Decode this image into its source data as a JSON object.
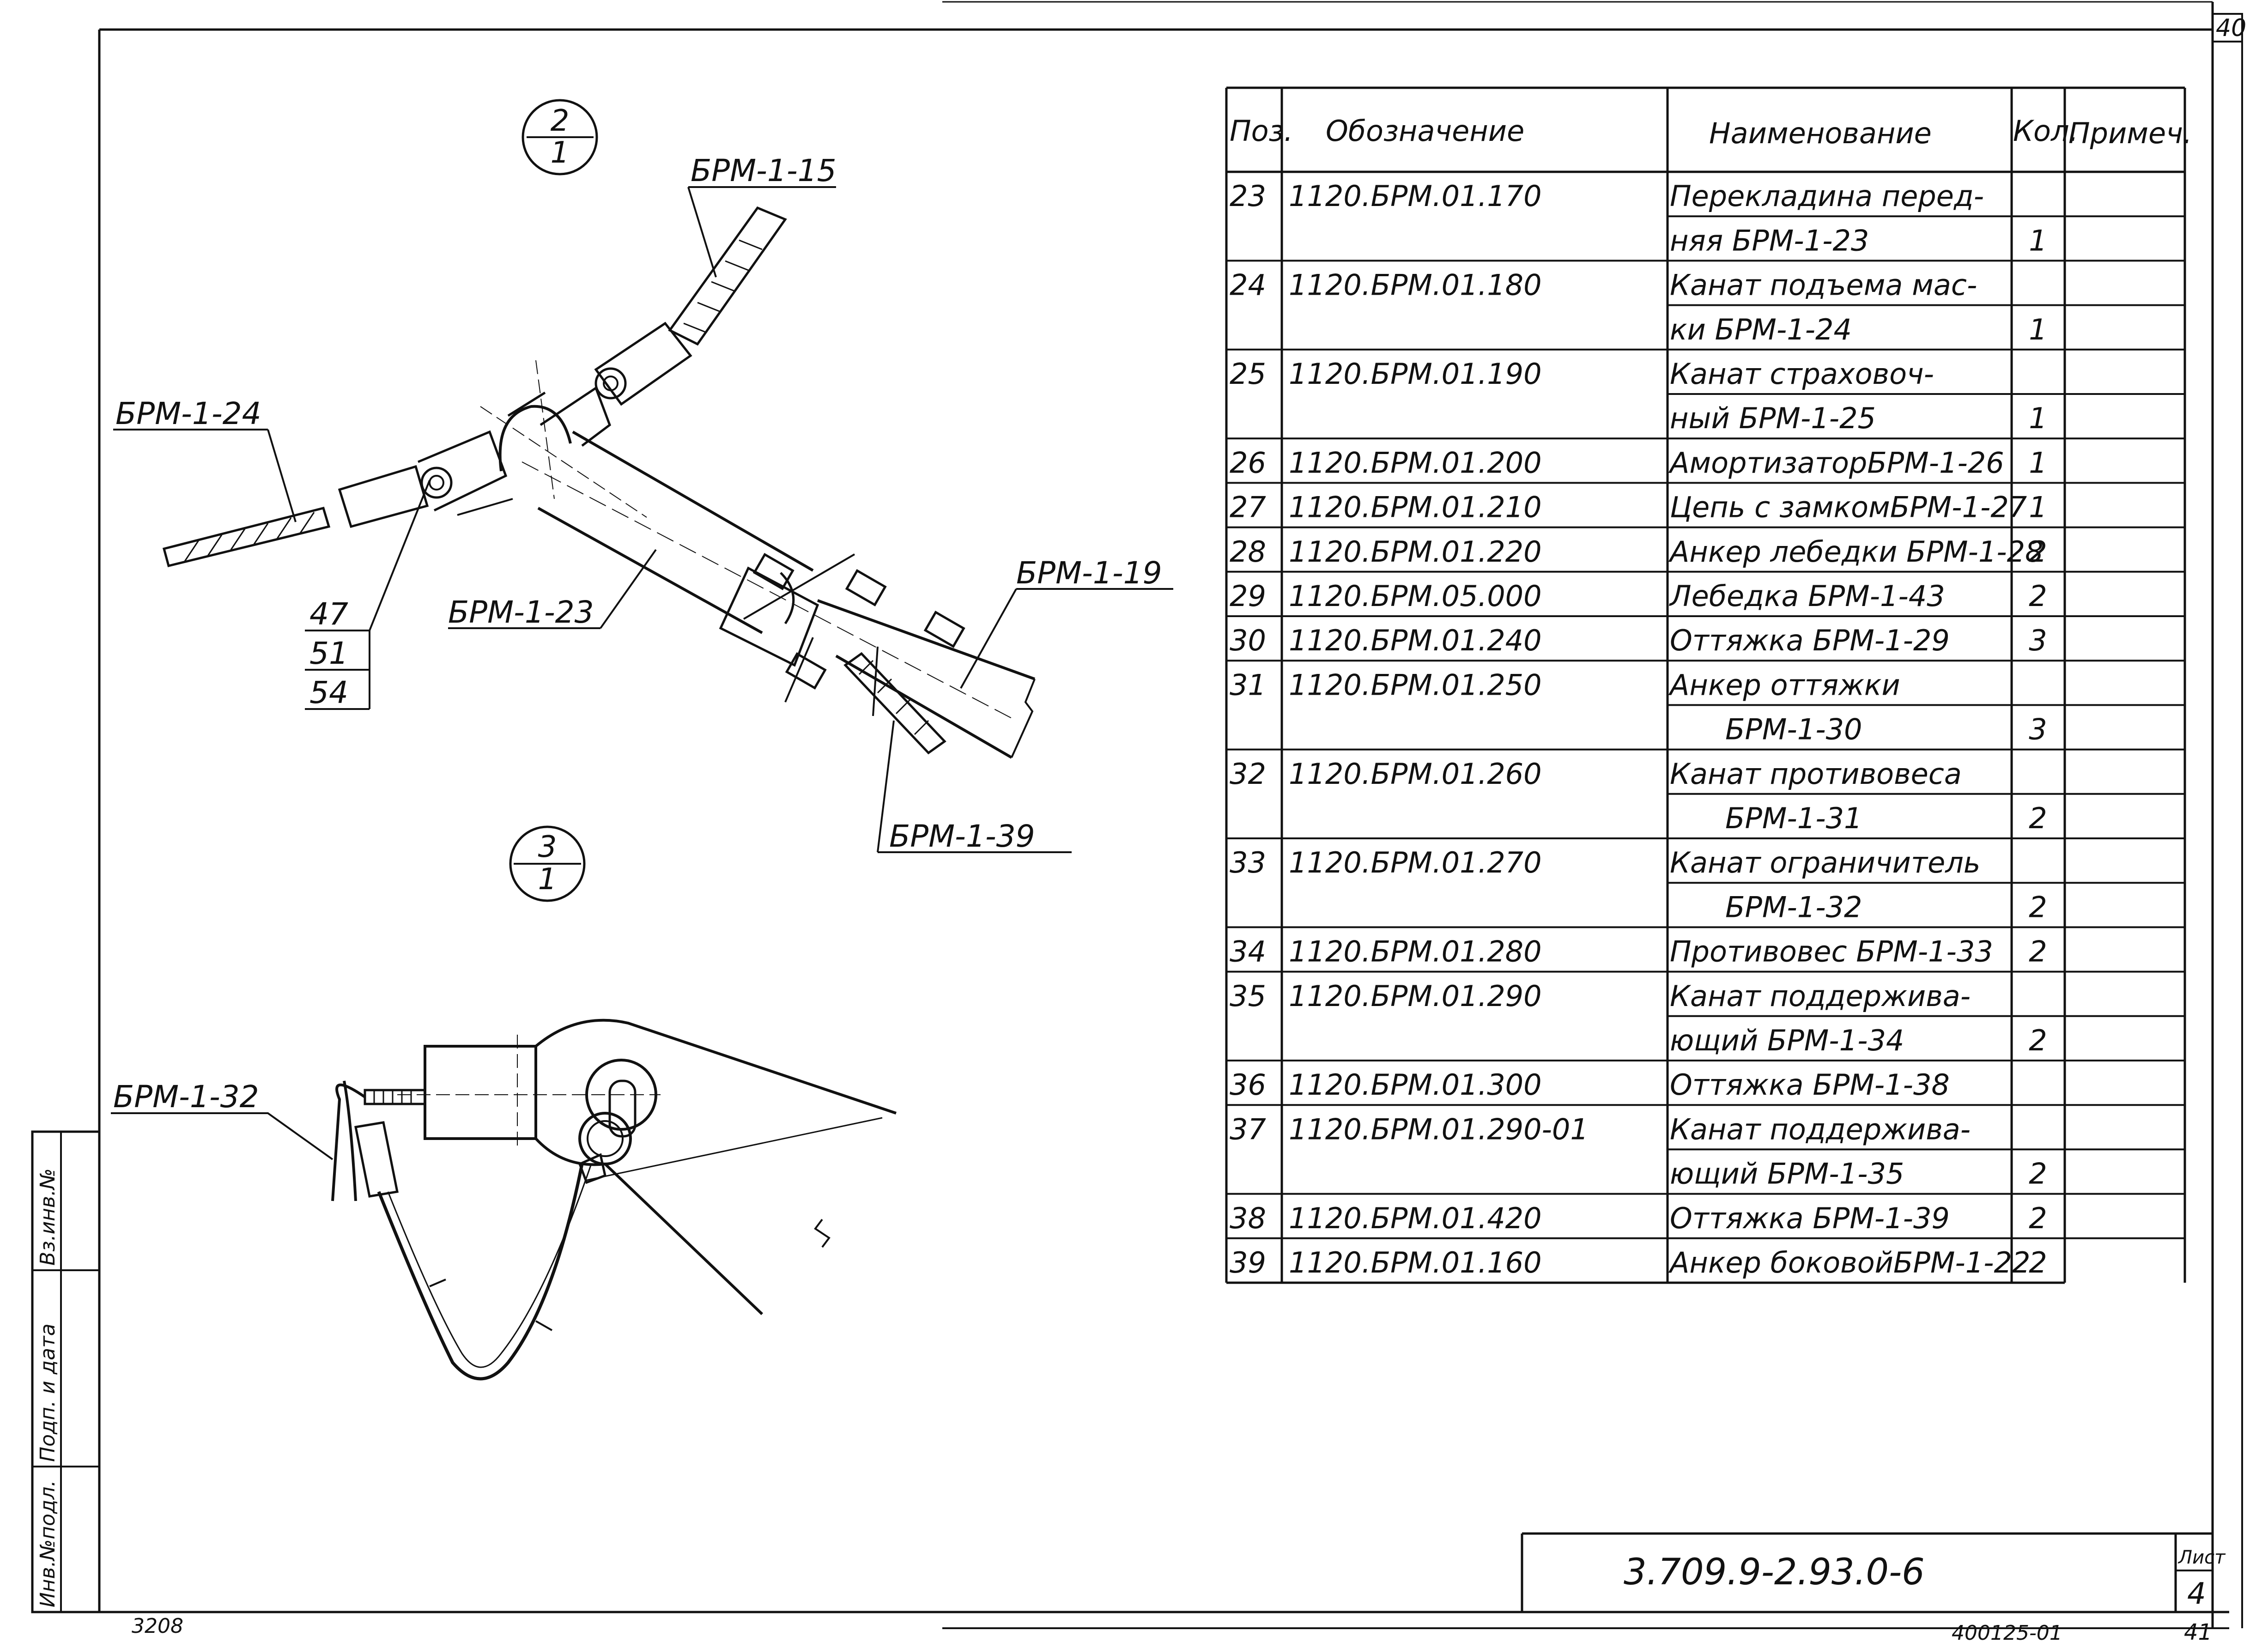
{
  "sheet_corner_number": "40",
  "view_2": {
    "num": "2",
    "den": "1"
  },
  "view_3": {
    "num": "3",
    "den": "1"
  },
  "labels": {
    "brm_1_15": "БРМ-1-15",
    "brm_1_24": "БРМ-1-24",
    "brm_1_23": "БРМ-1-23",
    "brm_1_19": "БРМ-1-19",
    "brm_1_39": "БРМ-1-39",
    "brm_1_32": "БРМ-1-32",
    "pos_47": "47",
    "pos_51": "51",
    "pos_54": "54"
  },
  "spec_table": {
    "headers": [
      "Поз.",
      "Обозначение",
      "Наименование",
      "Кол.",
      "Примеч."
    ],
    "rows": [
      [
        "23",
        "1120.БРМ.01.170",
        "Перекладина перед-",
        "",
        ""
      ],
      [
        "",
        "",
        "няя БРМ-1-23",
        "1",
        ""
      ],
      [
        "24",
        "1120.БРМ.01.180",
        "Канат подъема мас-",
        "",
        ""
      ],
      [
        "",
        "",
        "ки БРМ-1-24",
        "1",
        ""
      ],
      [
        "25",
        "1120.БРМ.01.190",
        "Канат страховоч-",
        "",
        ""
      ],
      [
        "",
        "",
        "ный БРМ-1-25",
        "1",
        ""
      ],
      [
        "26",
        "1120.БРМ.01.200",
        "АмортизаторБРМ-1-26",
        "1",
        ""
      ],
      [
        "27",
        "1120.БРМ.01.210",
        "Цепь с замкомБРМ-1-27",
        "1",
        ""
      ],
      [
        "28",
        "1120.БРМ.01.220",
        "Анкер лебедки БРМ-1-28",
        "2",
        ""
      ],
      [
        "29",
        "1120.БРМ.05.000",
        "Лебедка БРМ-1-43",
        "2",
        ""
      ],
      [
        "30",
        "1120.БРМ.01.240",
        "Оттяжка БРМ-1-29",
        "3",
        ""
      ],
      [
        "31",
        "1120.БРМ.01.250",
        "Анкер оттяжки",
        "",
        ""
      ],
      [
        "",
        "",
        "БРМ-1-30",
        "3",
        ""
      ],
      [
        "32",
        "1120.БРМ.01.260",
        "Канат противовеса",
        "",
        ""
      ],
      [
        "",
        "",
        "БРМ-1-31",
        "2",
        ""
      ],
      [
        "33",
        "1120.БРМ.01.270",
        "Канат ограничитель",
        "",
        ""
      ],
      [
        "",
        "",
        "БРМ-1-32",
        "2",
        ""
      ],
      [
        "34",
        "1120.БРМ.01.280",
        "Противовес БРМ-1-33",
        "2",
        ""
      ],
      [
        "35",
        "1120.БРМ.01.290",
        "Канат поддержива-",
        "",
        ""
      ],
      [
        "",
        "",
        "ющий БРМ-1-34",
        "2",
        ""
      ],
      [
        "36",
        "1120.БРМ.01.300",
        "Оттяжка БРМ-1-38",
        "",
        ""
      ],
      [
        "37",
        "1120.БРМ.01.290-01",
        "Канат поддержива-",
        "",
        ""
      ],
      [
        "",
        "",
        "ющий БРМ-1-35",
        "2",
        ""
      ],
      [
        "38",
        "1120.БРМ.01.420",
        "Оттяжка БРМ-1-39",
        "2",
        ""
      ],
      [
        "39",
        "1120.БРМ.01.160",
        "Анкер боковойБРМ-1-22",
        "2",
        ""
      ]
    ]
  },
  "side_stamp": [
    "Инв.№подл.",
    "Подп. и дата",
    "Вз.инв.№"
  ],
  "title_block": {
    "doc_code": "3.709.9-2.93.0-6",
    "sheet_label": "Лист",
    "sheet_number": "4"
  },
  "footer": {
    "left_note": "3208",
    "center_code": "400125-01",
    "right_number": "41"
  }
}
